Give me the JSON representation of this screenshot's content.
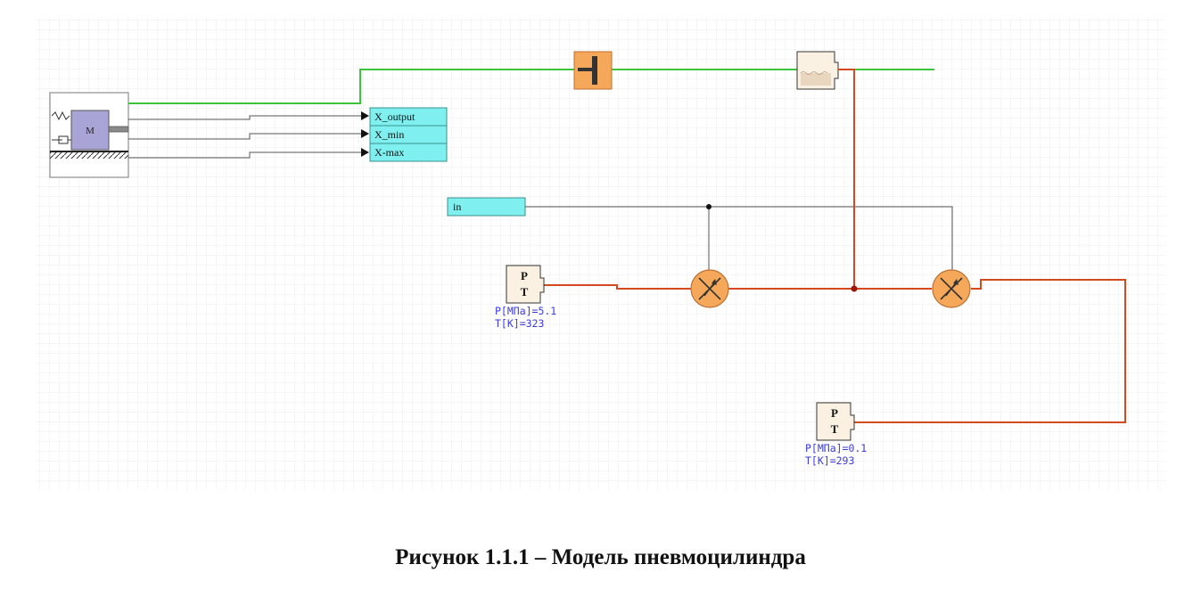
{
  "diagram": {
    "mass_label": "M",
    "output_ports": [
      "X_output",
      "X_min",
      "X-max"
    ],
    "input_port": "in",
    "source_high": {
      "p_letter": "P",
      "t_letter": "T",
      "pressure": "P[МПа]=5.1",
      "temperature": "T[K]=323"
    },
    "source_low": {
      "p_letter": "P",
      "t_letter": "T",
      "pressure": "P[МПа]=0.1",
      "temperature": "T[K]=293"
    },
    "colors": {
      "grid": "#e6e6e6",
      "mechanical_link": "#3cc43c",
      "pneumatic_line": "#d24a1e",
      "signal_line": "#555555",
      "port_fill": "#7ff0ef",
      "port_border": "#3a8f8f",
      "valve_fill": "#f5a85a",
      "mass_fill": "#a8a4d6",
      "source_fill": "#fbf1e2",
      "label_blue": "#3b3be0"
    }
  },
  "caption": "Рисунок 1.1.1 – Модель пневмоцилиндра"
}
